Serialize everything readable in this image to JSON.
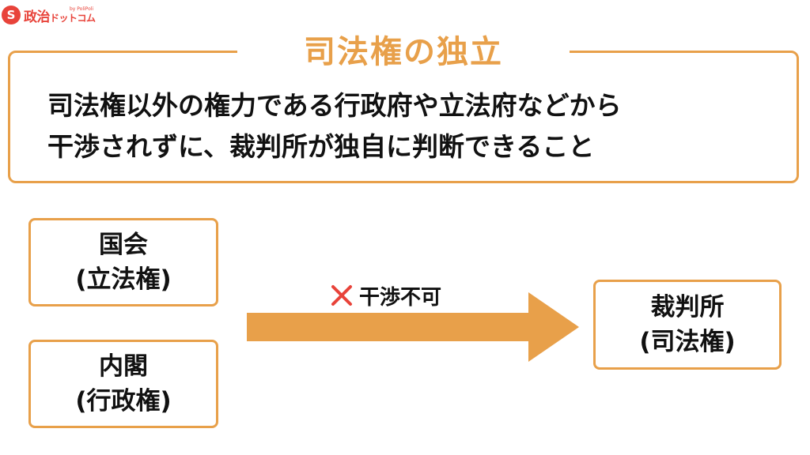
{
  "logo": {
    "mark": "S",
    "text_main": "政治",
    "text_small": "ドットコム",
    "sub": "by PoliPoli"
  },
  "definition": {
    "title": "司法権の独立",
    "line1": "司法権以外の権力である行政府や立法府などから",
    "line2": "干渉されずに、裁判所が独自に判断できること"
  },
  "nodes": {
    "kokkai": {
      "line1": "国会",
      "line2": "(立法権)"
    },
    "naikaku": {
      "line1": "内閣",
      "line2": "(行政権)"
    },
    "saibansho": {
      "line1": "裁判所",
      "line2": "(司法権)"
    }
  },
  "arrow": {
    "label": "干渉不可",
    "icon": "cross-icon"
  },
  "colors": {
    "accent": "#e8a04a",
    "cross": "#e8433a",
    "logo": "#e8433a"
  }
}
